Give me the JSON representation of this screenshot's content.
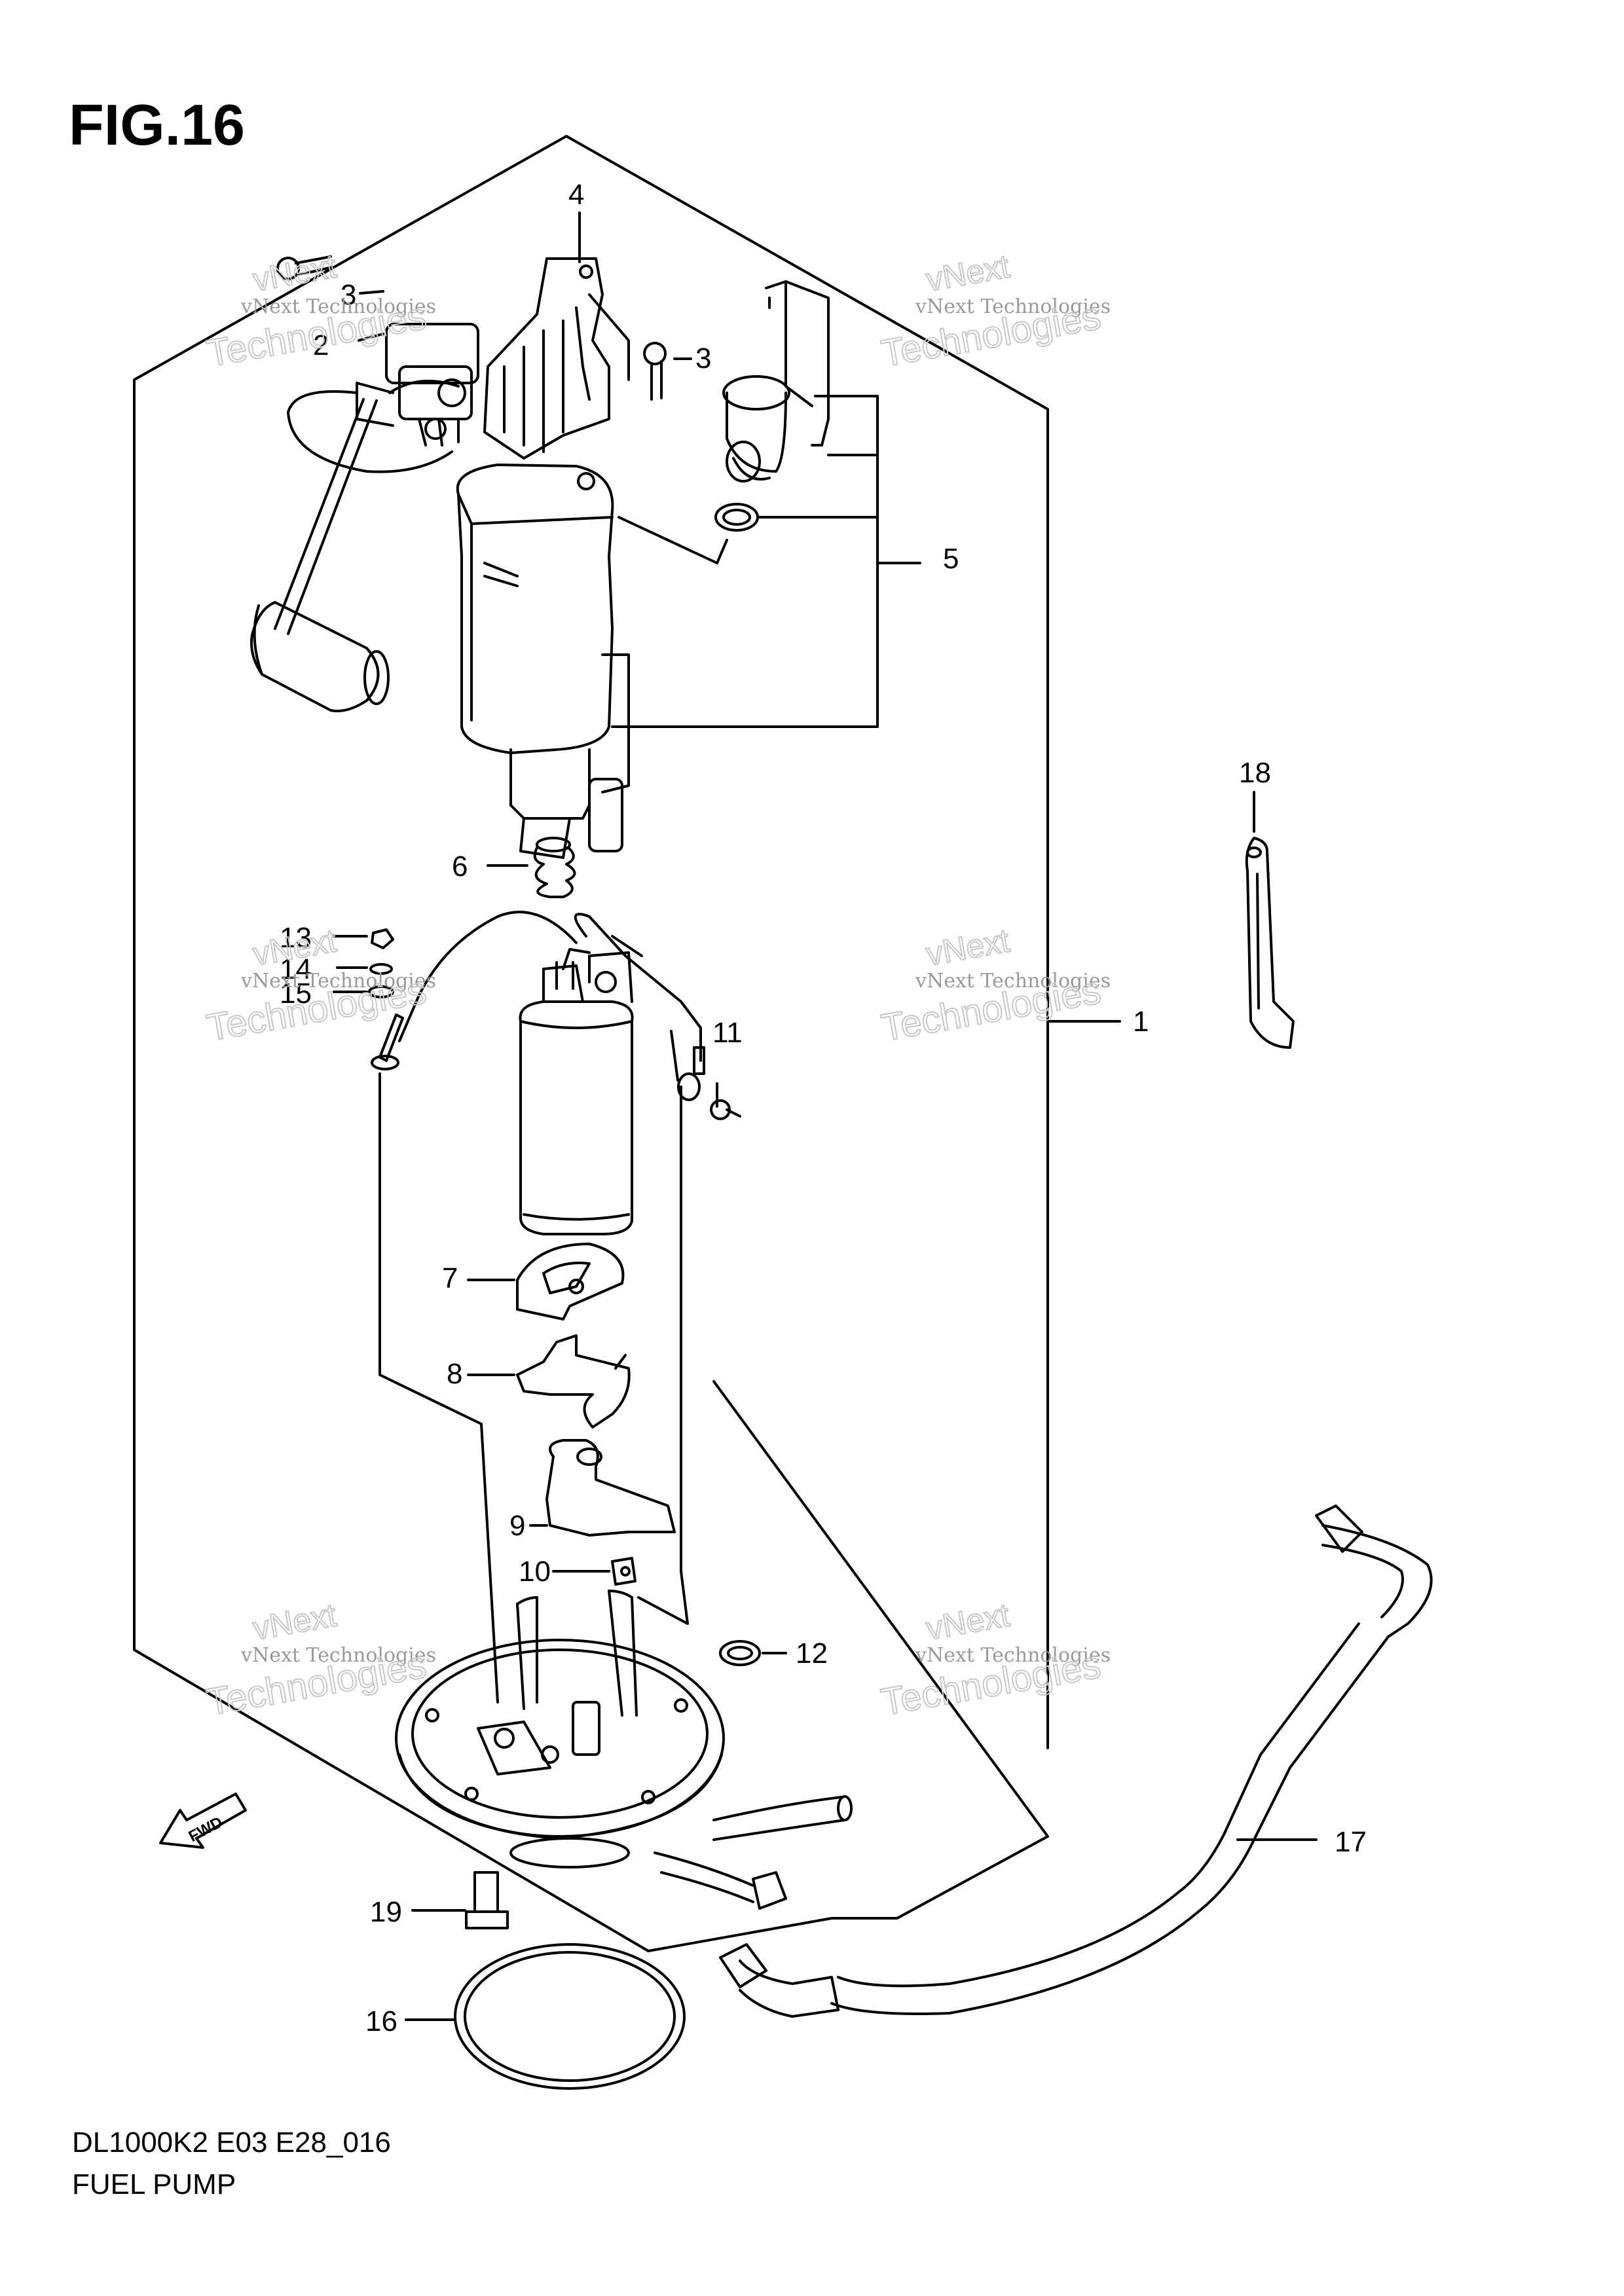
{
  "figure": {
    "title": "FIG.16",
    "code": "DL1000K2 E03 E28_016",
    "name": "FUEL PUMP"
  },
  "direction_arrow": "FWD",
  "watermark": {
    "line1": "vNext Technologies",
    "line2": "Technologies",
    "line3": "vNext"
  },
  "callouts": [
    "1",
    "2",
    "3",
    "3",
    "4",
    "5",
    "6",
    "7",
    "8",
    "9",
    "10",
    "11",
    "12",
    "13",
    "14",
    "15",
    "16",
    "17",
    "18",
    "19"
  ]
}
